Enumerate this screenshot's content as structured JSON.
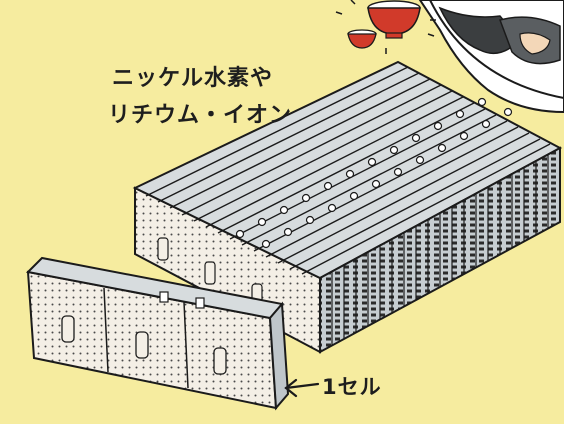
{
  "labels": {
    "battery_type_line1": "ニッケル水素や",
    "battery_type_line2": "リチウム・イオン",
    "cell_label": "1セル"
  },
  "colors": {
    "background": "#f6ec9f",
    "cell_fill": "#ced5d8",
    "panel_fill": "#f4efe6",
    "outline": "#1b1b1b"
  },
  "icons": [
    "rice-bowl-icon",
    "arrow-left-icon"
  ]
}
